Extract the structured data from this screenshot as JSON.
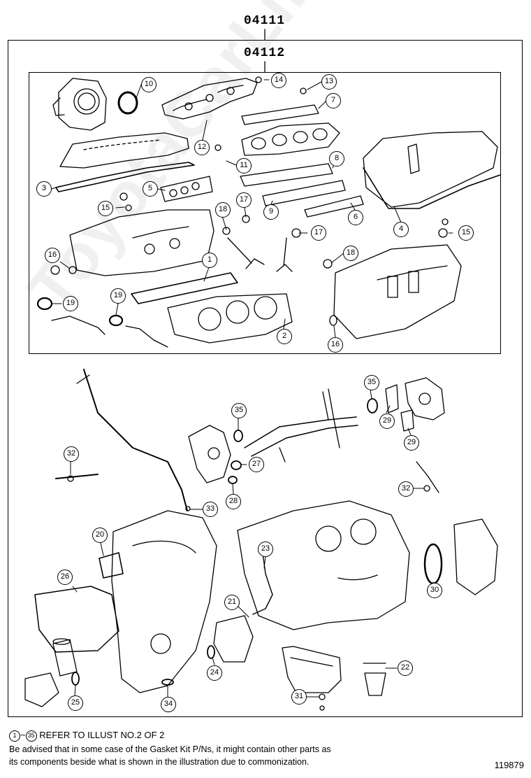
{
  "diagram": {
    "kit_part_numbers": [
      "04111",
      "04112"
    ],
    "callouts": [
      "1",
      "2",
      "3",
      "4",
      "5",
      "6",
      "7",
      "8",
      "9",
      "10",
      "11",
      "12",
      "13",
      "14",
      "15",
      "16",
      "17",
      "18",
      "19",
      "20",
      "21",
      "22",
      "23",
      "24",
      "25",
      "26",
      "27",
      "28",
      "29",
      "30",
      "31",
      "32",
      "33",
      "34",
      "35"
    ],
    "watermark": "ToyotaCarLine.ru"
  },
  "footer": {
    "ref_start": "1",
    "ref_end": "35",
    "ref_separator": "~",
    "ref_text": "REFER TO ILLUST NO.2 OF 2",
    "advisory_line1": "Be advised that in some case of the Gasket Kit P/Ns,  it might contain other parts as",
    "advisory_line2": "its components beside what is shown in the illustration due to commonization.",
    "illustration_id": "119879"
  }
}
